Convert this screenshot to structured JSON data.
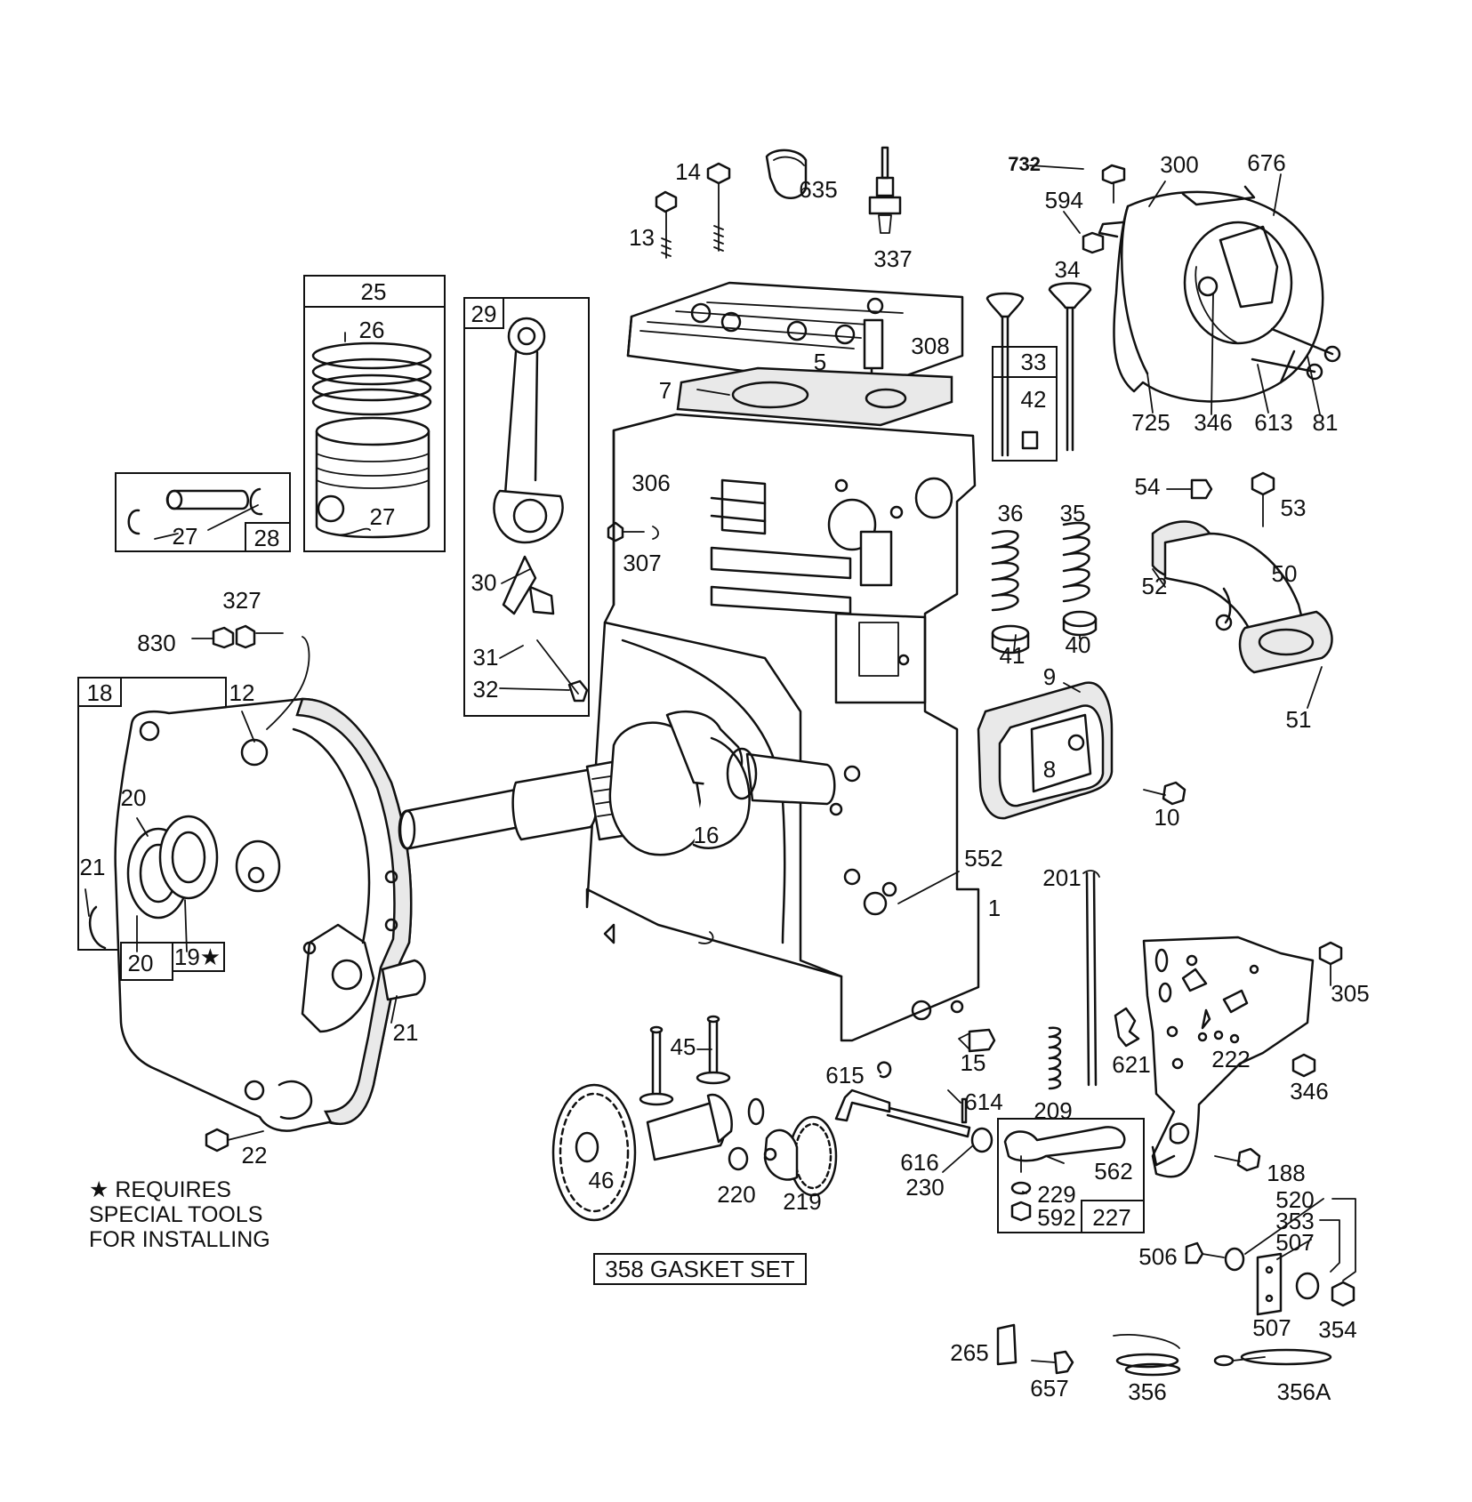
{
  "labels": {
    "p732": "732",
    "p300": "300",
    "p676": "676",
    "p594": "594",
    "p14": "14",
    "p635": "635",
    "p13": "13",
    "p337": "337",
    "p25": "25",
    "p26": "26",
    "p27a": "27",
    "p27b": "27",
    "p28": "28",
    "p29": "29",
    "p5": "5",
    "p308": "308",
    "p7": "7",
    "p33": "33",
    "p42": "42",
    "p34": "34",
    "p725": "725",
    "p346a": "346",
    "p613": "613",
    "p81": "81",
    "p306": "306",
    "p307": "307",
    "p36": "36",
    "p35": "35",
    "p54": "54",
    "p53": "53",
    "p30": "30",
    "p327": "327",
    "p830": "830",
    "p31": "31",
    "p32": "32",
    "p41": "41",
    "p40": "40",
    "p52": "52",
    "p50": "50",
    "p51": "51",
    "p18": "18",
    "p12": "12",
    "p20a": "20",
    "p9": "9",
    "p8": "8",
    "p10": "10",
    "p16": "16",
    "p21a": "21",
    "p20b": "20",
    "p19": "19★",
    "p552": "552",
    "p1": "1",
    "p201": "201",
    "p305": "305",
    "p21b": "21",
    "p45": "45",
    "p15": "15",
    "p621": "621",
    "p222": "222",
    "p346b": "346",
    "p615": "615",
    "p614": "614",
    "p209": "209",
    "p22": "22",
    "p616": "616",
    "p230": "230",
    "p562": "562",
    "p188": "188",
    "p46": "46",
    "p220": "220",
    "p219": "219",
    "p229": "229",
    "p592": "592",
    "p227": "227",
    "p520": "520",
    "p353": "353",
    "p507a": "507",
    "p506": "506",
    "p507b": "507",
    "p354": "354",
    "p265": "265",
    "p657": "657",
    "p356": "356",
    "p356A": "356A",
    "gasket_set": "358 GASKET SET"
  },
  "note": {
    "line1": "★ REQUIRES",
    "line2": "SPECIAL TOOLS",
    "line3": "FOR INSTALLING"
  }
}
